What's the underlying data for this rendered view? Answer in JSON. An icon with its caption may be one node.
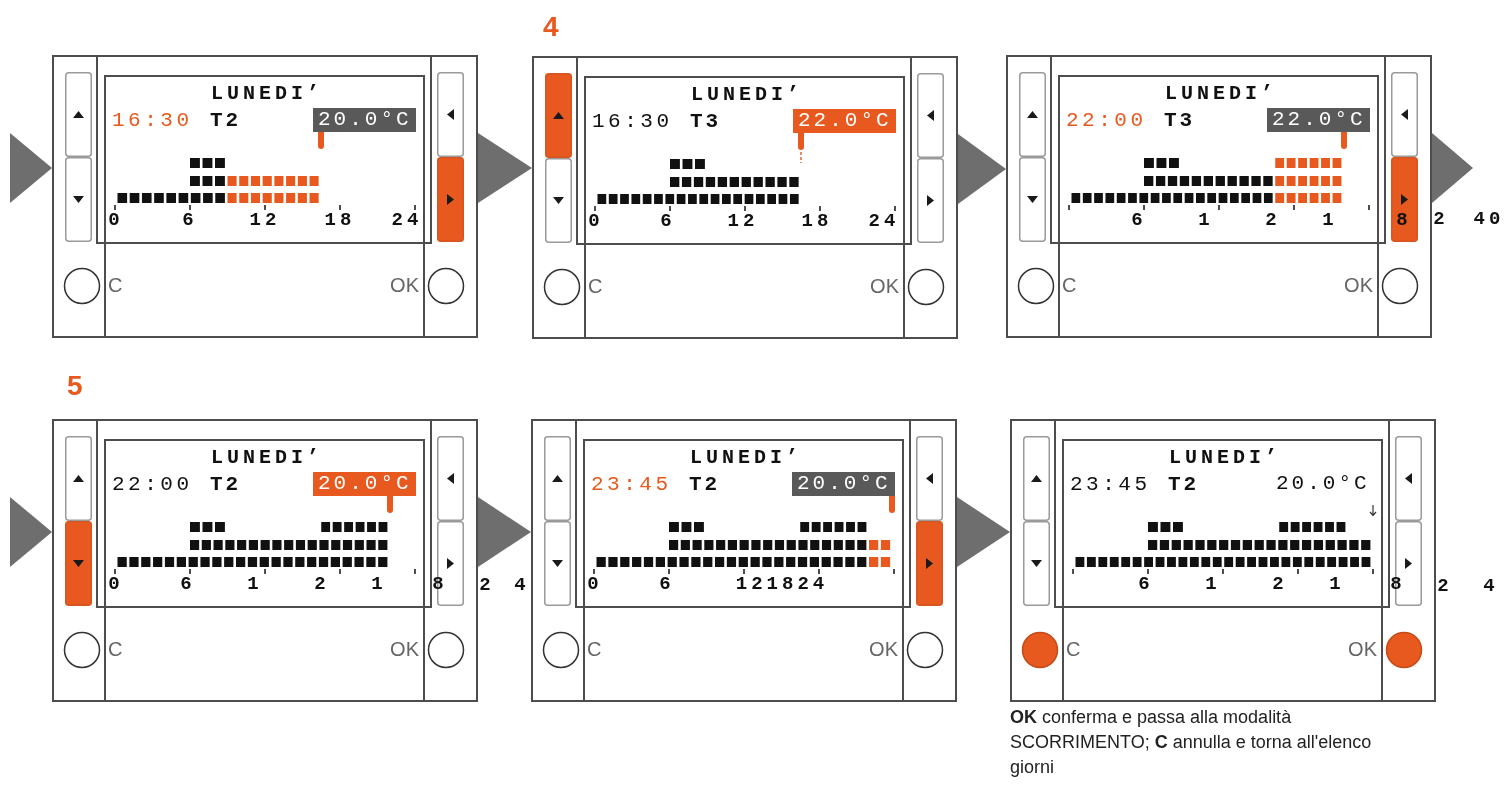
{
  "diagram": {
    "nodes": [
      {
        "text": [
          "LUNEDI’",
          "16:30",
          "T2",
          "20.0°C",
          "0",
          "6",
          "12",
          "18",
          "24",
          "C",
          "OK"
        ]
      },
      {
        "text": [
          "LUNEDI’",
          "16:30",
          "T3",
          "22.0°C",
          "0",
          "6",
          "12",
          "18",
          "24",
          "C",
          "OK"
        ],
        "beside": [
          "4"
        ]
      },
      {
        "text": [
          "LUNEDI’",
          "22:00",
          "T3",
          "22.0°C",
          "6",
          "1",
          "2",
          "1",
          "8",
          "C",
          "OK"
        ],
        "beside": [
          "2",
          "40"
        ]
      },
      {
        "text": [
          "LUNEDI’",
          "22:00",
          "T2",
          "20.0°C",
          "0",
          "6",
          "1",
          "2",
          "1",
          "8",
          "C",
          "OK"
        ],
        "beside": [
          "5",
          "2"
        ]
      },
      {
        "text": [
          "LUNEDI’",
          "23:45",
          "T2",
          "20.0°C",
          "0",
          "6",
          "121824",
          "C",
          "OK"
        ]
      },
      {
        "text": [
          "LUNEDI’",
          "23:45",
          "T2",
          "20.0°C",
          "6",
          "1",
          "2",
          "1",
          "8",
          "C",
          "OK"
        ],
        "beside": [
          "2",
          "4",
          "**OK** conferma e passa alla modalità SCORRIMENTO; **C** annulla e torna all'elenco giorni"
        ]
      }
    ],
    "edges": [
      {
        "from": null,
        "to": 0,
        "arrow": "to"
      },
      {
        "from": 0,
        "to": 1,
        "arrow": "to"
      },
      {
        "from": 1,
        "to": 2,
        "arrow": "to"
      },
      {
        "from": 2,
        "to": null,
        "arrow": "to"
      },
      {
        "from": null,
        "to": 3,
        "arrow": "to"
      },
      {
        "from": 3,
        "to": 4,
        "arrow": "to"
      },
      {
        "from": 4,
        "to": 5,
        "arrow": "to"
      }
    ],
    "labels": [
      "4"
    ]
  }
}
